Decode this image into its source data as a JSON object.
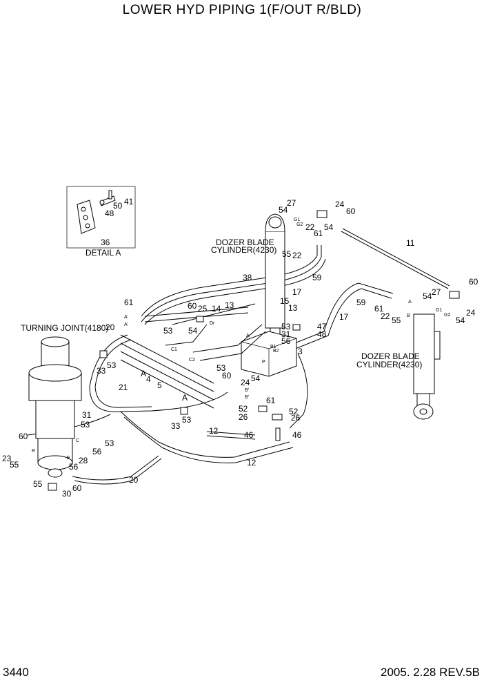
{
  "title": "LOWER HYD PIPING 1(F/OUT R/BLD)",
  "page_number": "3440",
  "revision": "2005. 2.28  REV.5B",
  "labels": {
    "turning_joint": "TURNING JOINT(4180)",
    "dozer_blade": "DOZER BLADE",
    "cylinder_upper": "CYLINDER(4230)",
    "cylinder_right": "CYLINDER(4230)",
    "detail_a": "DETAIL A"
  },
  "callouts": {
    "c27a": "27",
    "c54a": "54",
    "c24a": "24",
    "c60a": "60",
    "c22a": "22",
    "c54b": "54",
    "c61a": "61",
    "c55a": "55",
    "c22b": "22",
    "c11": "11",
    "c38": "38",
    "c59a": "59",
    "c17a": "17",
    "c61b": "61",
    "c60b": "60",
    "c25": "25",
    "c14": "14",
    "c13a": "13",
    "c15": "15",
    "c13b": "13",
    "c20a": "20",
    "c53a": "53",
    "c54c": "54",
    "c47": "47",
    "c48a": "48",
    "c53b": "53",
    "c31a": "31",
    "c56a": "56",
    "c3": "3",
    "c33a": "33",
    "c53c": "53",
    "c21": "21",
    "cA1": "A",
    "c4": "4",
    "c5": "5",
    "c53d": "53",
    "c60c": "60",
    "c24b": "24",
    "c54d": "54",
    "cA2": "A",
    "c53e": "53",
    "c33b": "33",
    "c61c": "61",
    "c52a": "52",
    "c26a": "26",
    "c52b": "52",
    "c26b": "26",
    "c12a": "12",
    "c46a": "46",
    "c46b": "46",
    "c12b": "12",
    "c31b": "31",
    "c53f": "53",
    "c56b": "56",
    "c53g": "53",
    "c60d": "60",
    "c23": "23",
    "c55b": "55",
    "c28": "28",
    "c56c": "56",
    "c55c": "55",
    "c30": "30",
    "c60e": "60",
    "c20b": "20",
    "c59b": "59",
    "c17b": "17",
    "c61d": "61",
    "c22c": "22",
    "c55d": "55",
    "c27b": "27",
    "c54e": "54",
    "c60f": "60",
    "c54f": "54",
    "c24c": "24",
    "c41": "41",
    "c50": "50",
    "c48b": "48",
    "c36": "36"
  },
  "port_marks": {
    "g1a": "G1",
    "g2a": "G2",
    "g1b": "G1",
    "g2b": "G2",
    "a1": "A'",
    "a2": "A'",
    "dr": "Dr",
    "c1": "C1",
    "c2": "C2",
    "b1": "B'",
    "b2": "B'",
    "pmark": "P",
    "rmark": "R",
    "emark": "E",
    "cmark": "C",
    "amark": "A",
    "bmark": "B",
    "b1m": "B1",
    "b2m": "B2",
    "am": "A"
  }
}
